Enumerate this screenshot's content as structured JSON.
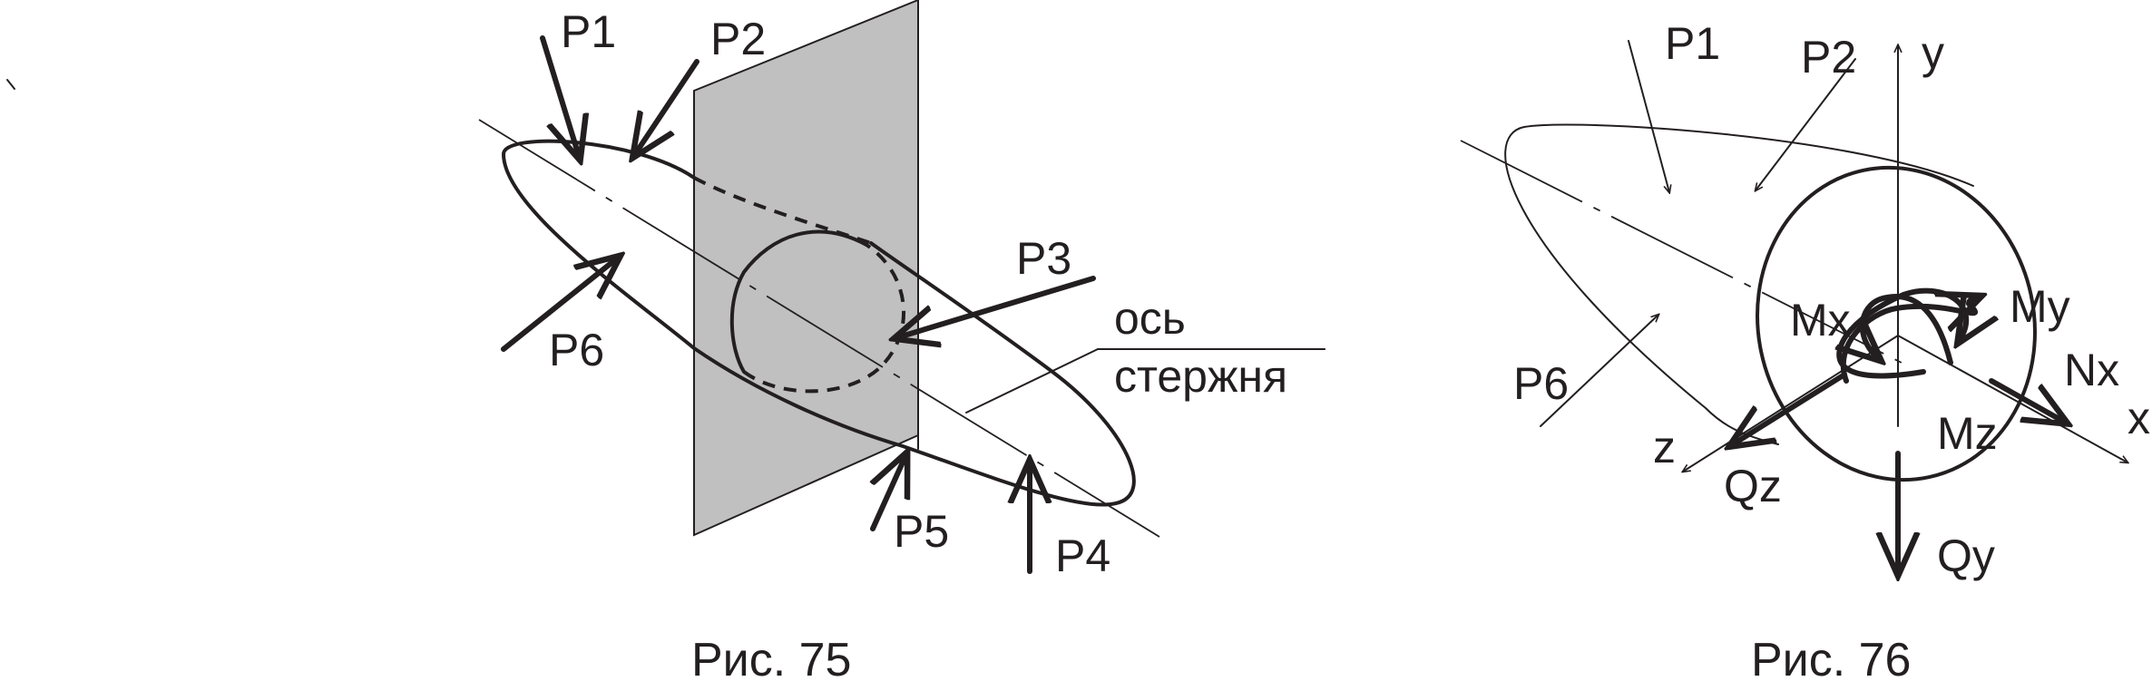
{
  "figure_75": {
    "caption": "Рис. 75",
    "forces": [
      "P1",
      "P2",
      "P3",
      "P4",
      "P5",
      "P6"
    ],
    "axis_label_line1": "ось",
    "axis_label_line2": "стержня"
  },
  "figure_76": {
    "caption": "Рис. 76",
    "forces": [
      "P1",
      "P2",
      "P6"
    ],
    "axes": {
      "x": "x",
      "y": "y",
      "z": "z"
    },
    "internal_forces": {
      "Mx": "Mx",
      "My": "My",
      "Mz": "Mz",
      "Nx": "Nx",
      "Qy": "Qy",
      "Qz": "Qz"
    }
  },
  "colors": {
    "ink": "#231f20",
    "plane": "#c0c0c0"
  }
}
